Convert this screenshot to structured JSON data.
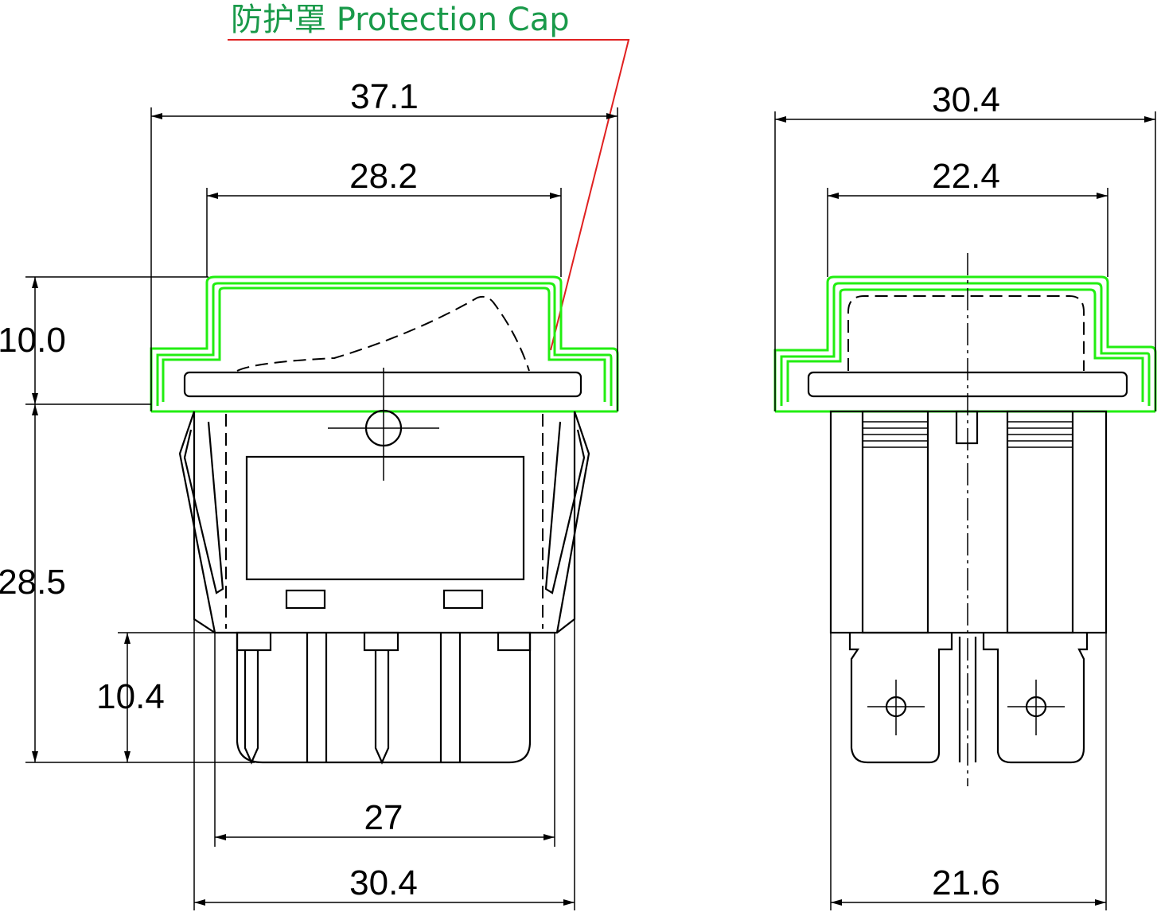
{
  "callout": {
    "label": "防护罩 Protection Cap"
  },
  "front_view": {
    "overall_width": "37.1",
    "cap_width": "28.2",
    "cap_height": "10.0",
    "body_height": "28.5",
    "terminal_length": "10.4",
    "terminal_span": "27",
    "bottom_width": "30.4"
  },
  "side_view": {
    "overall_width": "30.4",
    "cap_width": "22.4",
    "bottom_width": "21.6"
  },
  "colors": {
    "cap_outline": "#22ee11",
    "leader": "#e02020",
    "callout_text": "#1a9a4a"
  }
}
